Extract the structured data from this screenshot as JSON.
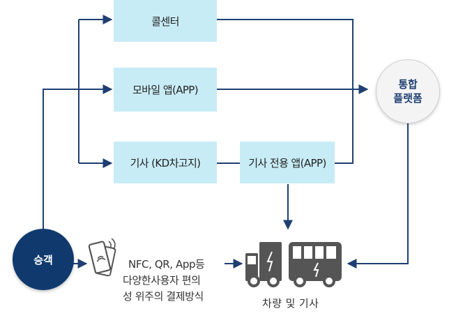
{
  "nodes": {
    "call_center": "콜센터",
    "mobile_app": "모바일 앱(APP)",
    "driver_kd": "기사 (KD차고지)",
    "driver_app": "기사 전용 앱(APP)",
    "platform_line1": "통합",
    "platform_line2": "플랫폼",
    "passenger": "승객",
    "vehicle": "차량 및 기사"
  },
  "payment": {
    "line1": "NFC, QR, App등",
    "line2": "다양한사용자 편의",
    "line3": "성 위주의 결제방식"
  },
  "colors": {
    "box_fill": "#c8ecf6",
    "arrow": "#1f3f73",
    "passenger_fill": "#103a6e",
    "vehicle_icon": "#555555"
  }
}
